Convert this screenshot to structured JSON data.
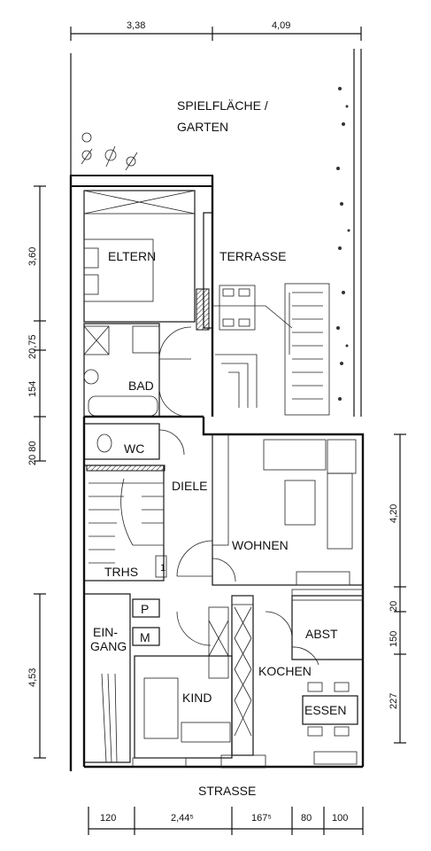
{
  "rooms": {
    "garden": "SPIELFLÄCHE /",
    "garden2": "GARTEN",
    "eltern": "ELTERN",
    "terrasse": "TERRASSE",
    "bad": "BAD",
    "wc": "WC",
    "diele": "DIELE",
    "wohnen": "WOHNEN",
    "trhs": "TRHS",
    "eingang1": "EIN-",
    "eingang2": "GANG",
    "kind": "KIND",
    "kochen": "KOCHEN",
    "abst": "ABST",
    "essen": "ESSEN",
    "strasse": "STRASSE",
    "p": "P",
    "m": "M",
    "stair_num": "1"
  },
  "dims": {
    "top": [
      "3,38",
      "4,09"
    ],
    "left": [
      "3,60",
      "20,75",
      "154",
      "20 80",
      "4,53"
    ],
    "right": [
      "4,20",
      "20",
      "150",
      "227"
    ],
    "bottom": [
      "120",
      "2,44⁵",
      "167⁵",
      "80",
      "100"
    ]
  }
}
